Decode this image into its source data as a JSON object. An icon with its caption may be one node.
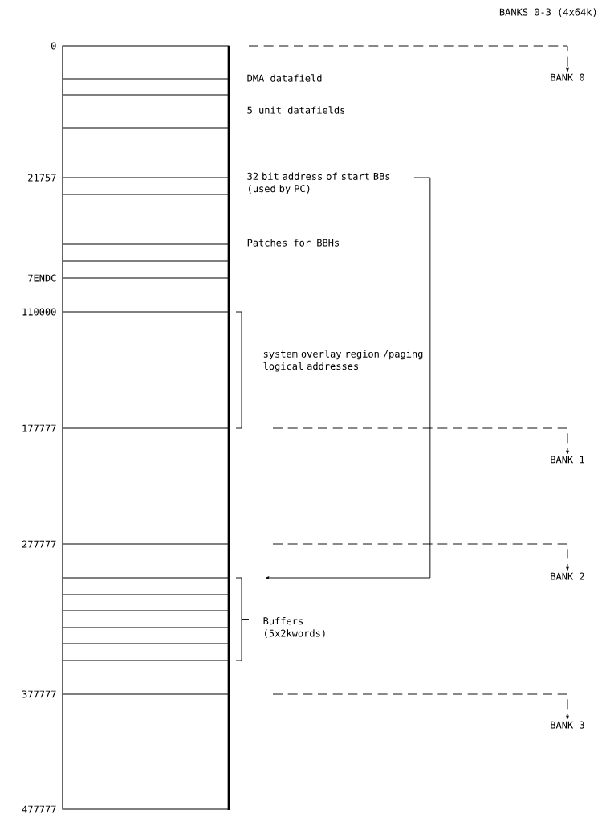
{
  "diagram": {
    "title": "BANKS 0-3 (4x64k)",
    "nodes": [
      {
        "text": [
          "32 bit address of start BBs (used by PC)"
        ]
      },
      {
        "text": [
          "BANK 0"
        ]
      },
      {
        "text": [
          "BANK 1"
        ]
      },
      {
        "text": [
          "BANK 2"
        ]
      },
      {
        "text": [
          "BANK 3"
        ]
      }
    ],
    "edges": [
      {
        "from": 0,
        "to": null,
        "arrow": "to"
      },
      {
        "from": null,
        "to": 1,
        "arrow": "to",
        "style": "dashed"
      },
      {
        "from": null,
        "to": 2,
        "arrow": "to",
        "style": "dashed"
      },
      {
        "from": null,
        "to": 3,
        "arrow": "to",
        "style": "dashed"
      },
      {
        "from": null,
        "to": 4,
        "arrow": "to",
        "style": "dashed"
      }
    ],
    "labels": [
      "0",
      "DMA datafield",
      "5 unit datafields",
      "21757",
      "Patches for BBHs",
      "7ENDC",
      "110000",
      "system overlay region /paging logical addresses",
      "177777",
      "277777",
      "Buffers (5x2kwords)",
      "377777",
      "477777"
    ]
  }
}
